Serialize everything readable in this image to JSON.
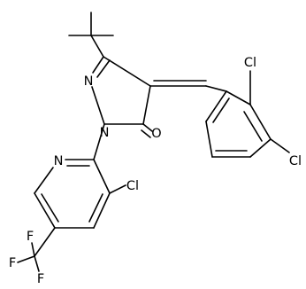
{
  "diagram": {
    "type": "chemical-structure",
    "colors": {
      "bond": "#000000",
      "label": "#000000",
      "background": "#ffffff"
    },
    "atom_labels": {
      "n_pyrazole_imine": "N",
      "n_pyrazole_amide": "N",
      "o_carbonyl": "O",
      "cl_ortho": "Cl",
      "cl_para": "Cl",
      "n_pyridine": "N",
      "cl_pyridine": "Cl",
      "f_top": "F",
      "f_left": "F",
      "f_bottom": "F"
    }
  }
}
